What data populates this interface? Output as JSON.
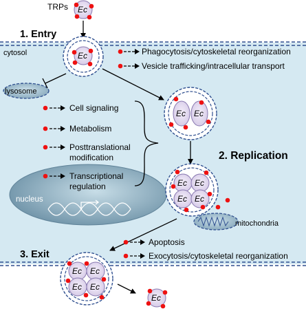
{
  "labels": {
    "trps": "TRPs",
    "cytosol": "cytosol",
    "lysosome": "lysosome",
    "nucleus": "nucleus",
    "mitochondria": "mitochondria",
    "ec": "Ec"
  },
  "stages": {
    "entry": "1. Entry",
    "replication": "2. Replication",
    "exit": "3. Exit"
  },
  "entry_processes": [
    "Phagocytosis/cytoskeletal reorganization",
    "Vesicle trafficking/intracellular transport"
  ],
  "replication_processes": [
    "Cell signaling",
    "Metabolism",
    "Posttranslational",
    "modification",
    "Transcriptional",
    "regulation"
  ],
  "exit_processes": [
    "Apoptosis",
    "Exocytosis/cytoskeletal reorganization"
  ],
  "colors": {
    "cytosol_fill": "#d5e9f2",
    "membrane": "#2f4f8f",
    "ec_fill": "#ddd3ea",
    "ec_stroke": "#8878b0",
    "trp_dot": "#ee1111",
    "organelle": "#9dbbcc"
  }
}
